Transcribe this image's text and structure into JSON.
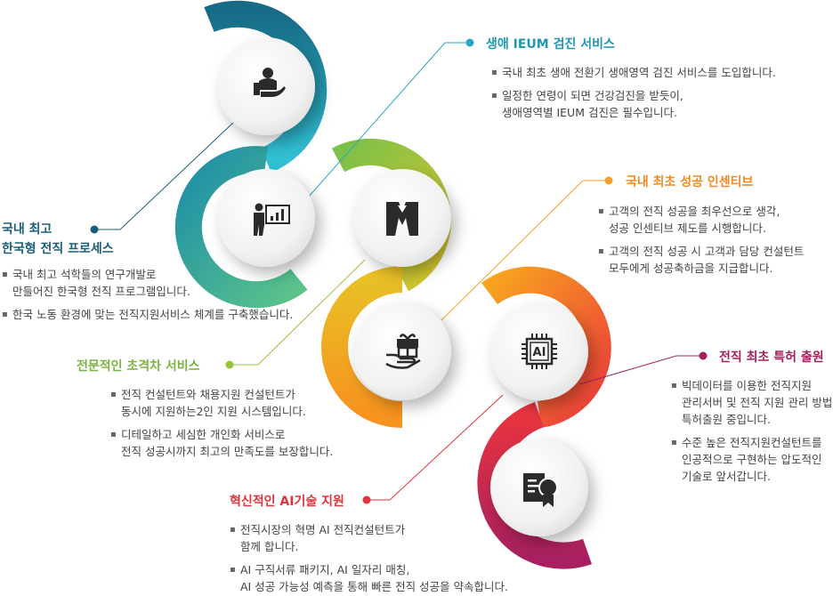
{
  "colors": {
    "teal_dark": "#1a6f86",
    "teal": "#2aa7c4",
    "green": "#96c43b",
    "yellow": "#e8c228",
    "orange": "#f7931e",
    "red": "#e8343e",
    "magenta": "#b02367",
    "text": "#444444"
  },
  "sections": {
    "lifelong_checkup": {
      "title": "생애 IEUM 검진 서비스",
      "color": "#1f97b5",
      "bullets": [
        "국내 최초 생애 전환기 생애영역 검진 서비스를 도입합니다.",
        "일정한 연령이 되면 건강검진을 받듯이,\n생애영역별 IEUM 검진은 필수입니다."
      ]
    },
    "incentive": {
      "title": "국내 최초 성공 인센티브",
      "color": "#f08a1c",
      "bullets": [
        "고객의 전직 성공을 최우선으로 생각,\n성공 인센티브 제도를 시행합니다.",
        "고객의 전직 성공 시 고객과 담당 컨설턴트\n모두에게 성공축하금을 지급합니다."
      ]
    },
    "process": {
      "title_lines": [
        "국내 최고",
        "한국형 전직 프로세스"
      ],
      "color": "#1a5f7a",
      "bullets": [
        "국내 최고 석학들의 연구개발로\n만들어진 한국형 전직 프로그램입니다.",
        "한국 노동 환경에 맞는 전직지원서비스 체계를 구축했습니다."
      ]
    },
    "expert_service": {
      "title": "전문적인 초격차 서비스",
      "color": "#7cb342",
      "bullets": [
        "전직 컨설턴트와 채용지원 컨설턴트가\n동시에 지원하는2인 지원 시스템입니다.",
        "디테일하고 세심한 개인화 서비스로\n전직 성공시까지 최고의 만족도를 보장합니다."
      ]
    },
    "patent": {
      "title": "전직 최초 특허 출원",
      "color": "#a3215f",
      "bullets": [
        "빅데이터를 이용한 전직지원\n관리서버 및 전직 지원 관리 방법\n특허출원 중입니다.",
        "수준 높은 전직지원컨설턴트를\n인공적으로 구현하는 압도적인\n기술로 앞서갑니다."
      ]
    },
    "ai_tech": {
      "title": "혁신적인 AI기술 지원",
      "color": "#e2323b",
      "bullets": [
        "전직시장의 혁명 AI 전직컨설턴트가\n함께 합니다.",
        "AI 구직서류 패키지, AI 일자리 매칭,\nAI 성공 가능성 예측을 통해 빠른 전직 성공을 약속합니다."
      ]
    }
  },
  "icons": [
    "hand-person-icon",
    "presentation-icon",
    "suit-icon",
    "gift-hand-icon",
    "ai-chip-icon",
    "certificate-icon"
  ],
  "ai_chip_label": "AI"
}
